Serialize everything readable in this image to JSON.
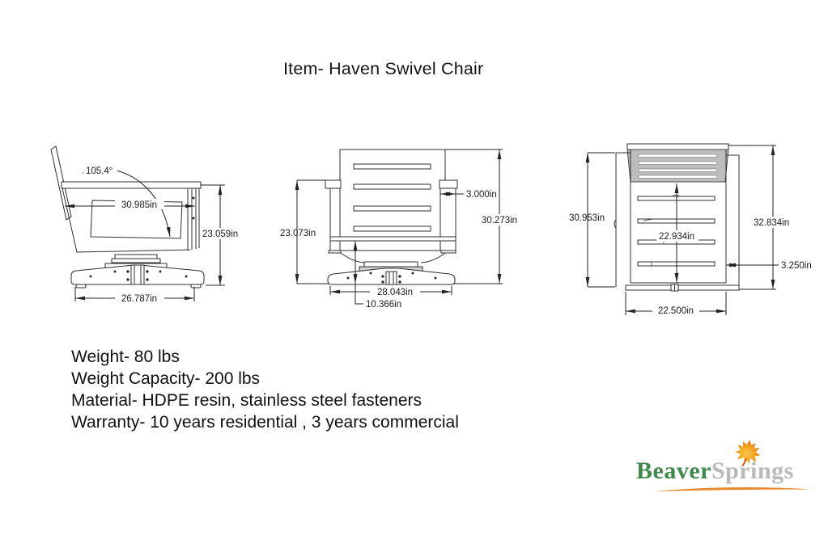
{
  "title": "Item- Haven Swivel Chair",
  "views": {
    "side": {
      "dims": {
        "back_angle": "105.4°",
        "backrest_width": "30.985in",
        "seat_back_height": "23.059in",
        "base_depth": "26.787in"
      }
    },
    "front": {
      "dims": {
        "arm_height": "23.073in",
        "arm_width": "3.000in",
        "overall_height": "30.273in",
        "overall_width": "28.043in",
        "seat_height": "10.366in"
      }
    },
    "back": {
      "dims": {
        "frame_height": "30.953in",
        "panel_height": "22.934in",
        "overall_height": "32.834in",
        "arm_depth": "3.250in",
        "frame_width": "22.500in"
      }
    }
  },
  "specs": [
    "Weight- 80 lbs",
    "Weight Capacity- 200 lbs",
    "Material- HDPE resin, stainless steel fasteners",
    "Warranty- 10 years residential , 3 years commercial"
  ],
  "logo": {
    "word1": "Beaver",
    "word2": "Springs"
  },
  "colors": {
    "line": "#2f2f2f",
    "headrest_fill": "#bdbdbd",
    "logo_green": "#3d8b4c",
    "logo_gray": "#b9b9b9",
    "leaf_orange": "#f5a41f",
    "leaf_red": "#dd5417",
    "swoosh_orange": "#e8872b"
  }
}
